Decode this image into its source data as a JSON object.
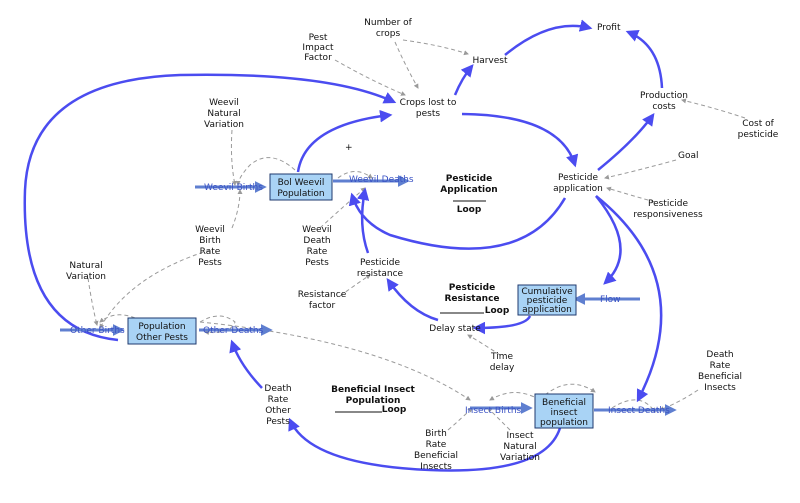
{
  "colors": {
    "loop_arrow": "#4b4cf0",
    "dashed_arrow": "#9a9a9a",
    "flow_pipe": "#5f7fd0",
    "stock_fill": "#a9d3f5",
    "stock_border": "#1f3a6e",
    "flow_label": "#3a52c4"
  },
  "nodes": {
    "profit": "Profit",
    "number_of_crops": [
      "Number of",
      "crops"
    ],
    "harvest": "Harvest",
    "pest_impact_factor": [
      "Pest",
      "Impact",
      "Factor"
    ],
    "crops_lost": [
      "Crops lost to",
      "pests"
    ],
    "production_costs": [
      "Production",
      "costs"
    ],
    "cost_of_pesticide": [
      "Cost of",
      "pesticide"
    ],
    "weevil_natural_variation": [
      "Weevil",
      "Natural",
      "Variation"
    ],
    "goal": "Goal",
    "pesticide_application": [
      "Pesticide",
      "application"
    ],
    "pesticide_responsiveness": [
      "Pesticide",
      "responsiveness"
    ],
    "weevil_birth_rate_pests": [
      "Weevil",
      "Birth",
      "Rate",
      "Pests"
    ],
    "weevil_death_rate_pests": [
      "Weevil",
      "Death",
      "Rate",
      "Pests"
    ],
    "natural_variation": [
      "Natural",
      "Variation"
    ],
    "pesticide_resistance": [
      "Pesticide",
      "resistance"
    ],
    "resistance_factor": [
      "Resistance",
      "factor"
    ],
    "delay_state": "Delay state",
    "time_delay": [
      "Time",
      "delay"
    ],
    "death_rate_other_pests": [
      "Death",
      "Rate",
      "Other",
      "Pests"
    ],
    "birth_rate_beneficial_insects": [
      "Birth",
      "Rate",
      "Beneficial",
      "Insects"
    ],
    "insect_natural_variation": [
      "Insect",
      "Natural",
      "Variation"
    ],
    "death_rate_beneficial_insects": [
      "Death",
      "Rate",
      "Beneficial",
      "Insects"
    ]
  },
  "stocks": {
    "bol_weevil_population": [
      "Bol Weevil",
      "Population"
    ],
    "population_other_pests": [
      "Population",
      "Other Pests"
    ],
    "cumulative_pesticide_application": [
      "Cumulative",
      "pesticide",
      "application"
    ],
    "beneficial_insect_population": [
      "Beneficial",
      "insect",
      "population"
    ]
  },
  "flows": {
    "weevil_births": "Weevil Births",
    "weevil_deaths": "Weevil Deaths",
    "other_births": "Other Births",
    "other_deaths": "Other Deaths",
    "flow": "Flow",
    "insect_births": "Insect Births",
    "insect_deaths": "Insect Deaths"
  },
  "loops": {
    "pesticide_application_loop": {
      "title": [
        "Pesticide",
        "Application"
      ],
      "suffix": "Loop"
    },
    "pesticide_resistance_loop": {
      "title": [
        "Pesticide",
        "Resistance"
      ],
      "suffix": "Loop"
    },
    "beneficial_insect_population_loop": {
      "title": [
        "Beneficial Insect",
        "Population"
      ],
      "suffix": "Loop"
    }
  }
}
